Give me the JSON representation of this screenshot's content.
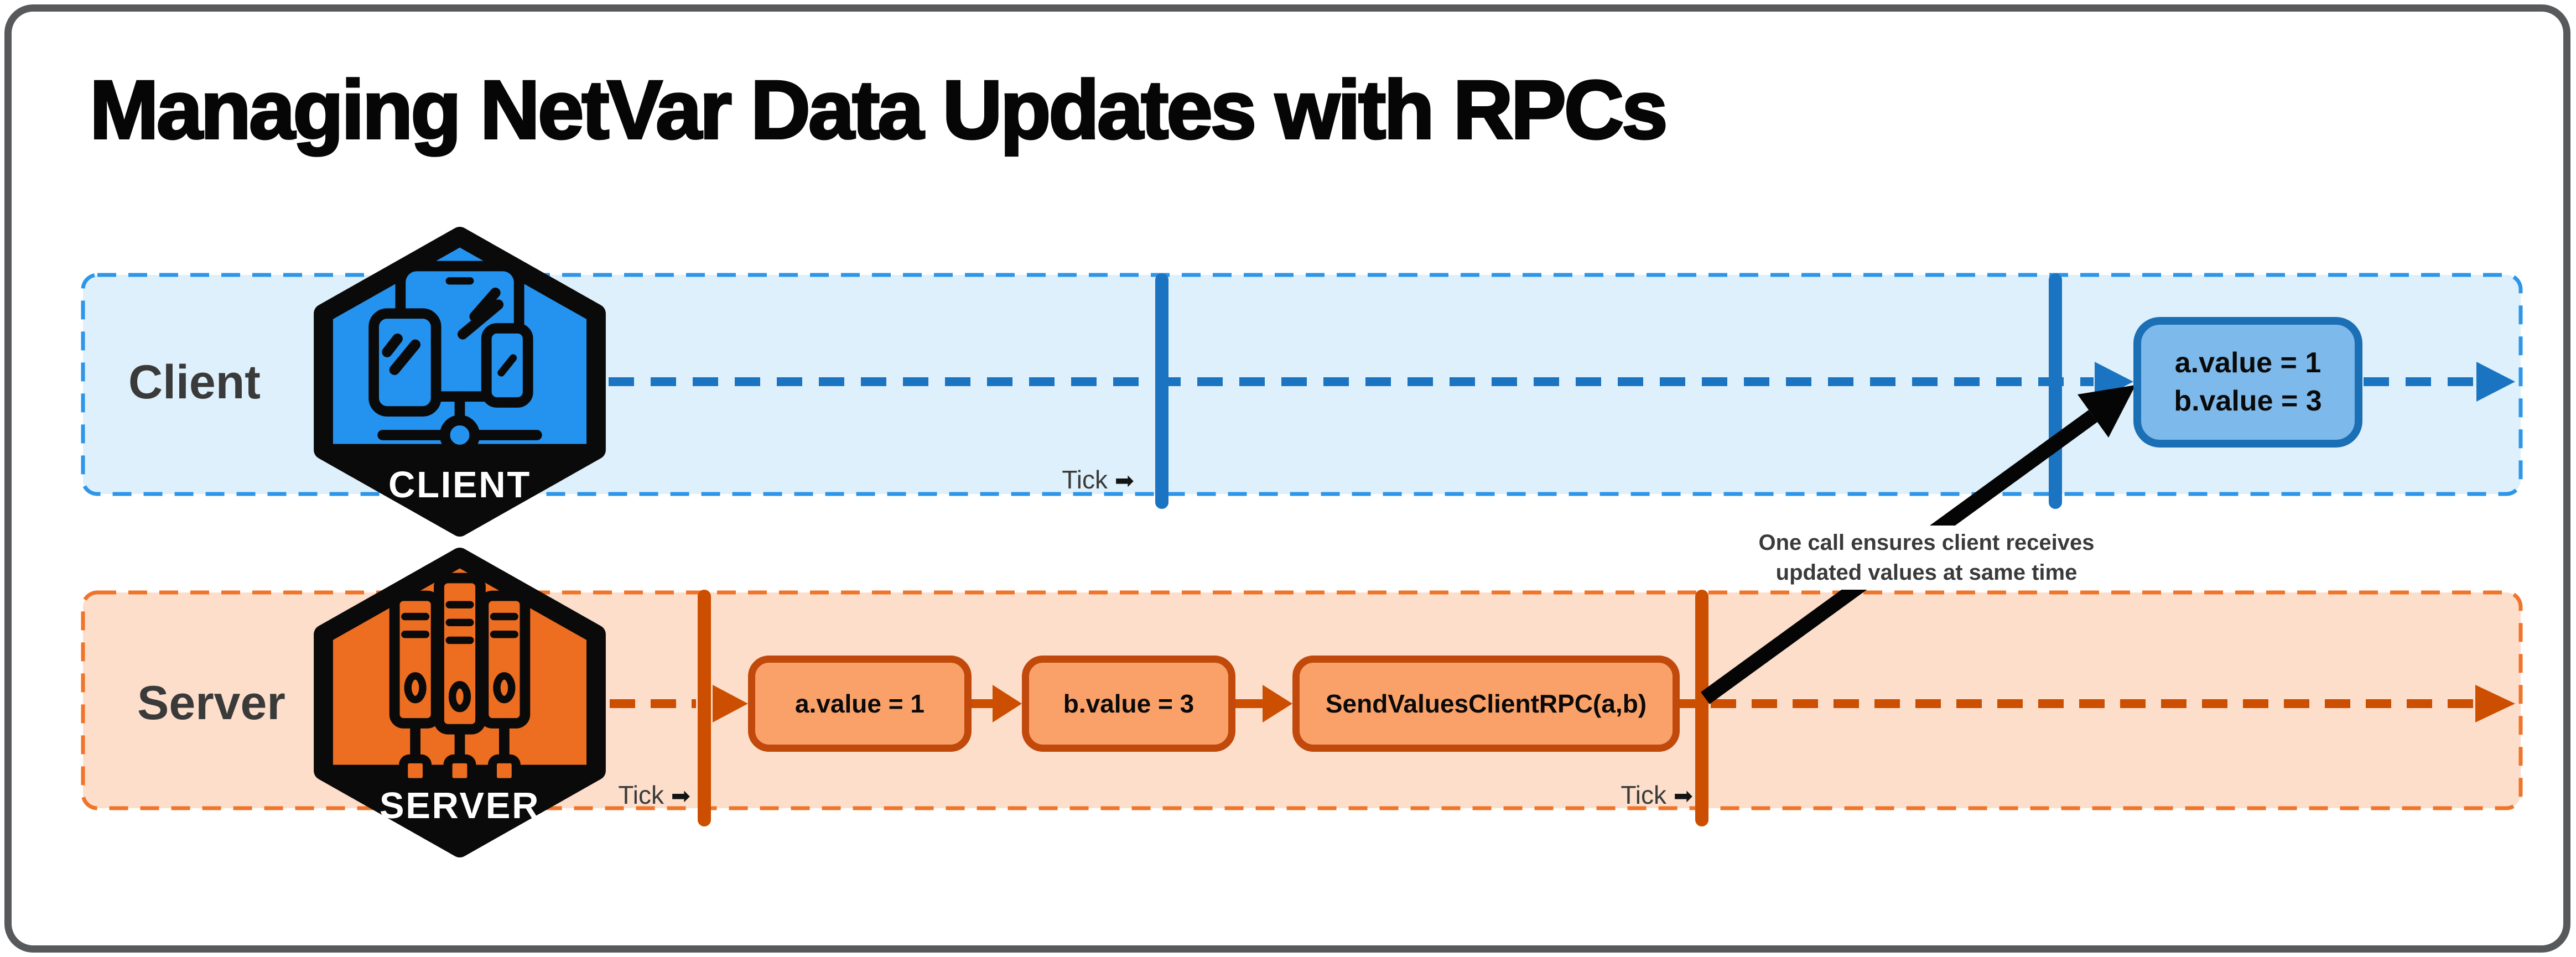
{
  "title": "Managing NetVar Data Updates with RPCs",
  "client_lane": {
    "label": "Client",
    "badge_label": "CLIENT",
    "tick_label": "Tick",
    "tick_arrow": "➡",
    "result_box": {
      "line1": "a.value = 1",
      "line2": "b.value = 3"
    }
  },
  "server_lane": {
    "label": "Server",
    "badge_label": "SERVER",
    "tick_label": "Tick",
    "tick_arrow": "➡",
    "steps": [
      {
        "label": "a.value = 1"
      },
      {
        "label": "b.value = 3"
      },
      {
        "label": "SendValuesClientRPC(a,b)"
      }
    ]
  },
  "annotation": {
    "line1": "One call ensures client receives",
    "line2": "updated values at same time"
  },
  "colors": {
    "client_accent": "#1b74c1",
    "client_lane_border": "#2e96e8",
    "client_lane_bg": "#def0fb",
    "client_box_fill": "#7db9ea",
    "client_box_border": "#1b6fb4",
    "client_hex_fill": "#2493f0",
    "server_accent": "#cc4e00",
    "server_lane_border": "#f0742a",
    "server_lane_bg": "#fcdecb",
    "server_box_fill": "#f9a169",
    "server_box_border": "#c1490b",
    "server_hex_fill": "#ed6d21",
    "annotation_arrow": "#000000",
    "frame_border": "#58595b"
  }
}
